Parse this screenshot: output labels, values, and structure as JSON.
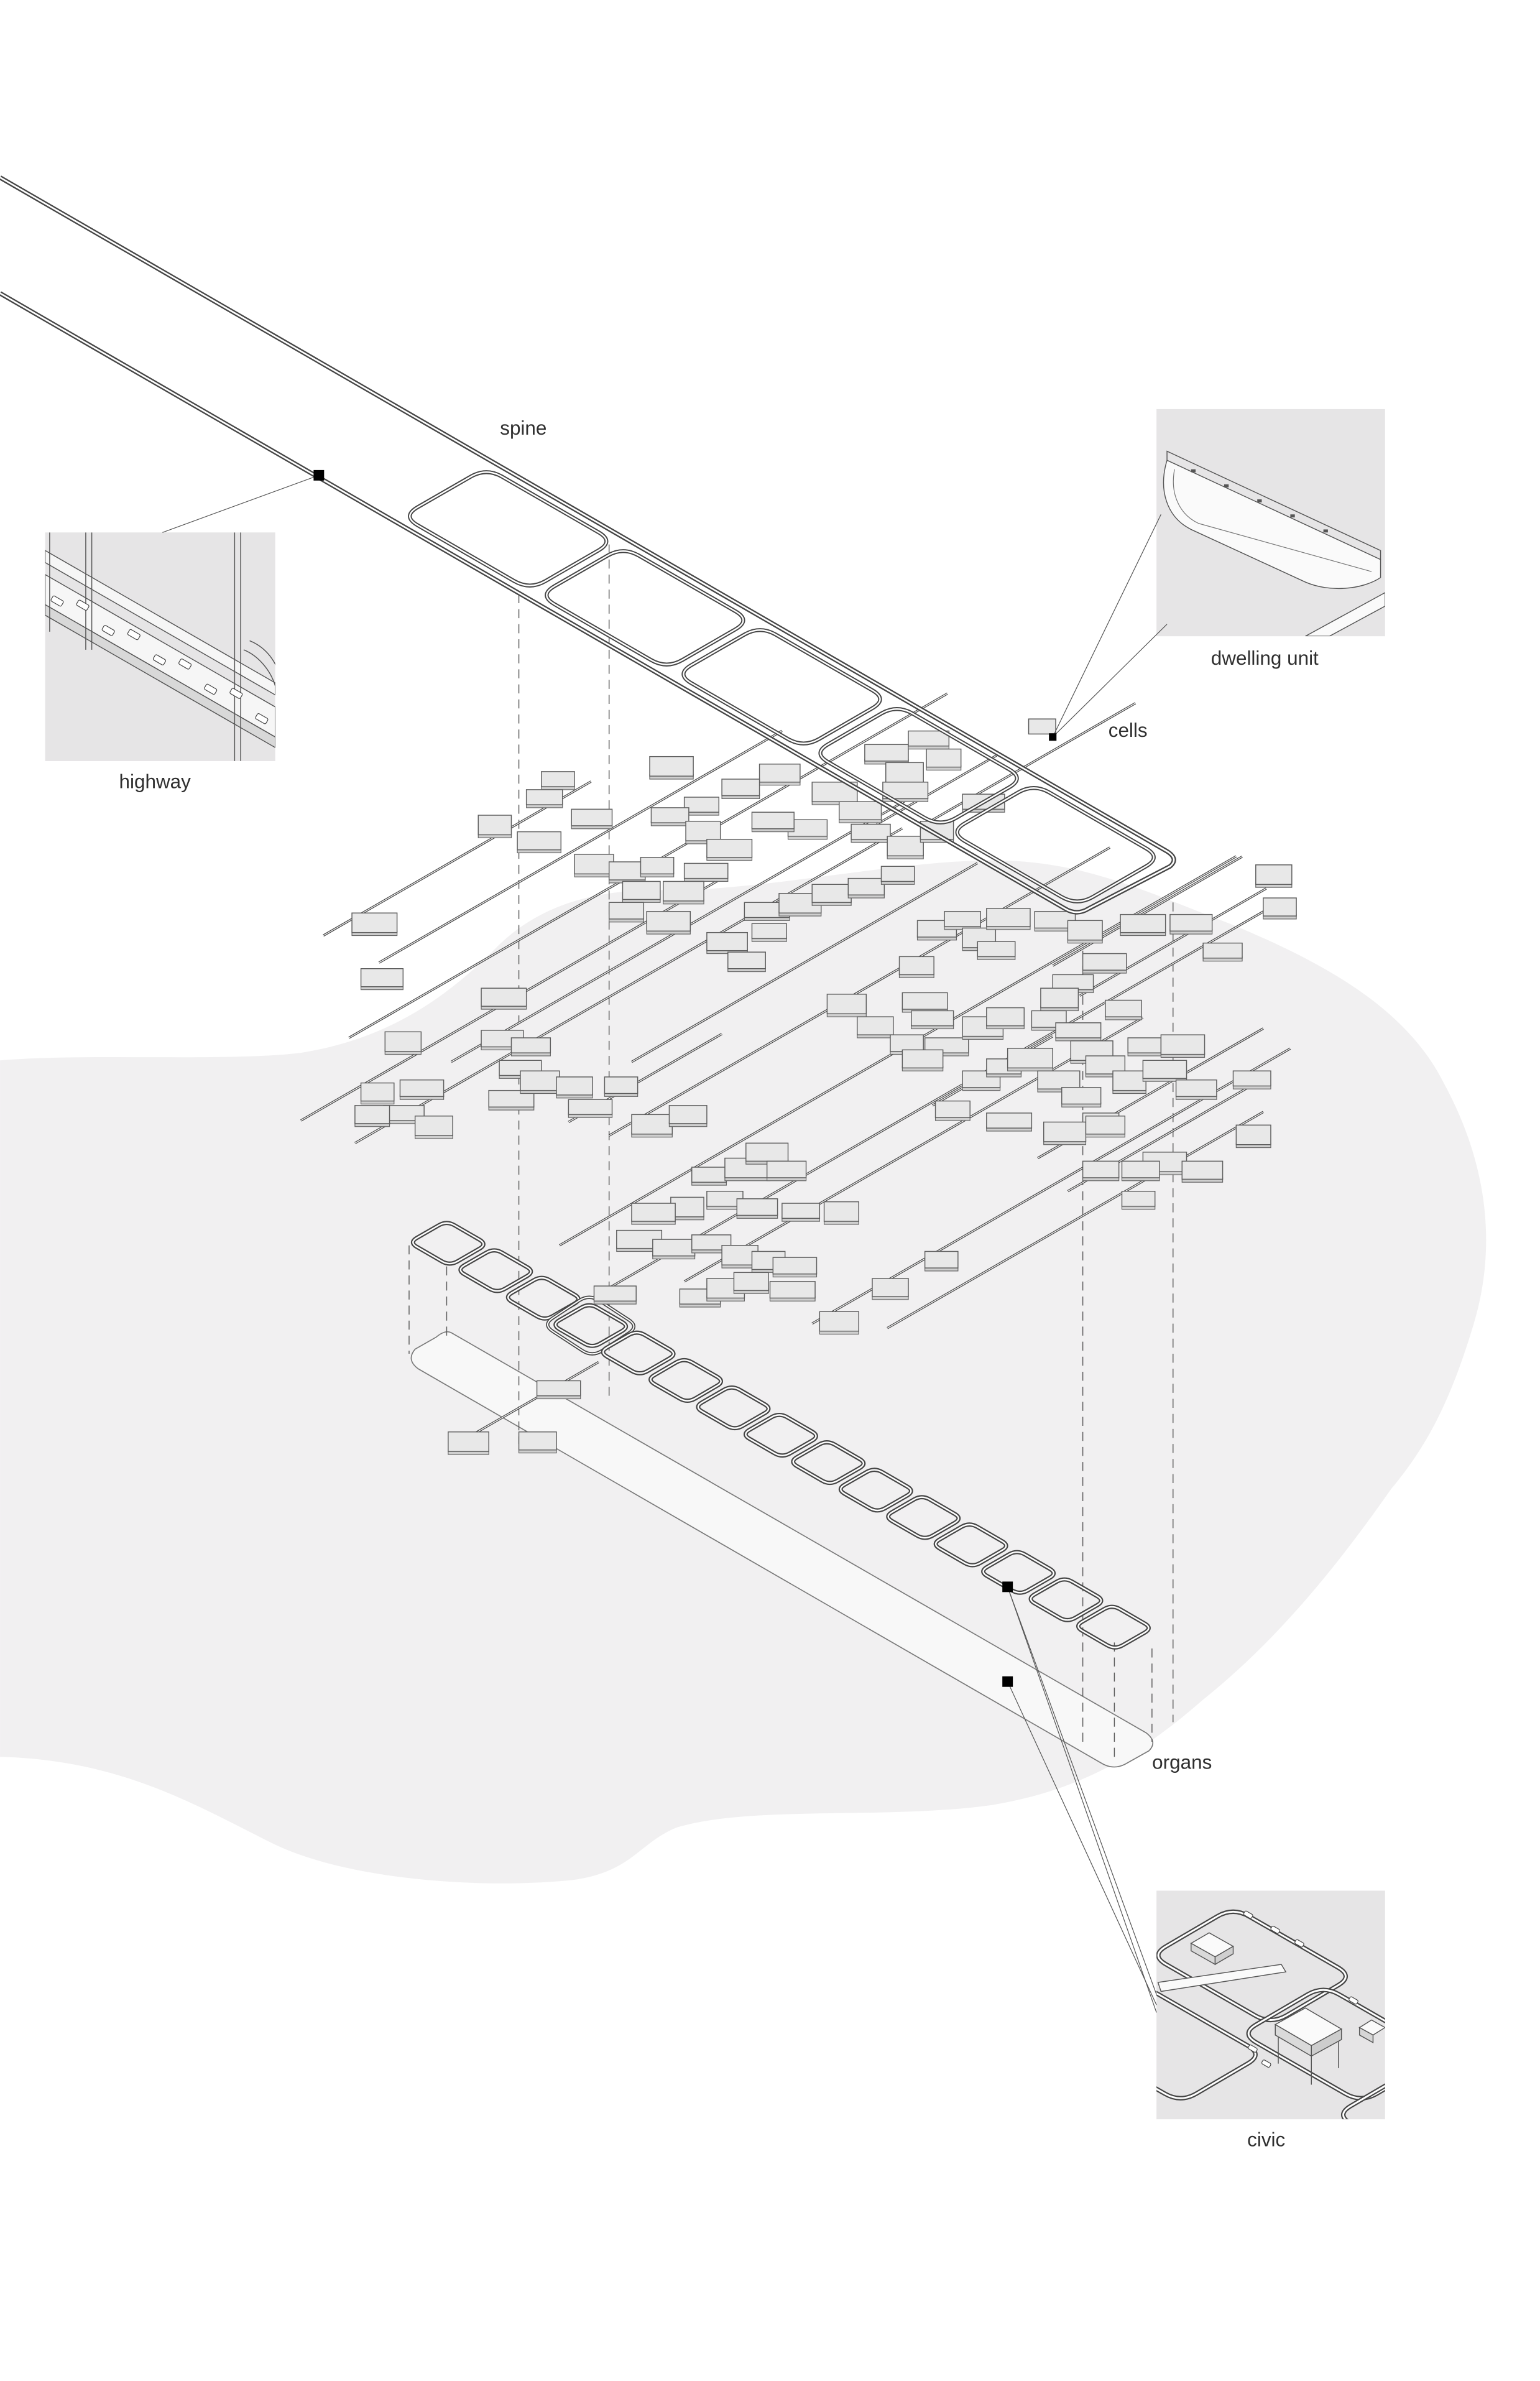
{
  "labels": {
    "spine": "spine",
    "dwelling_unit": "dwelling unit",
    "cells": "cells",
    "highway": "highway",
    "organs": "organs",
    "civic": "civic"
  },
  "colors": {
    "background": "#ffffff",
    "site": "#f1f0f1",
    "inset": "#e6e5e6",
    "line": "#454545",
    "box": "#e8e8e8",
    "box_side": "#cfcfcf"
  }
}
